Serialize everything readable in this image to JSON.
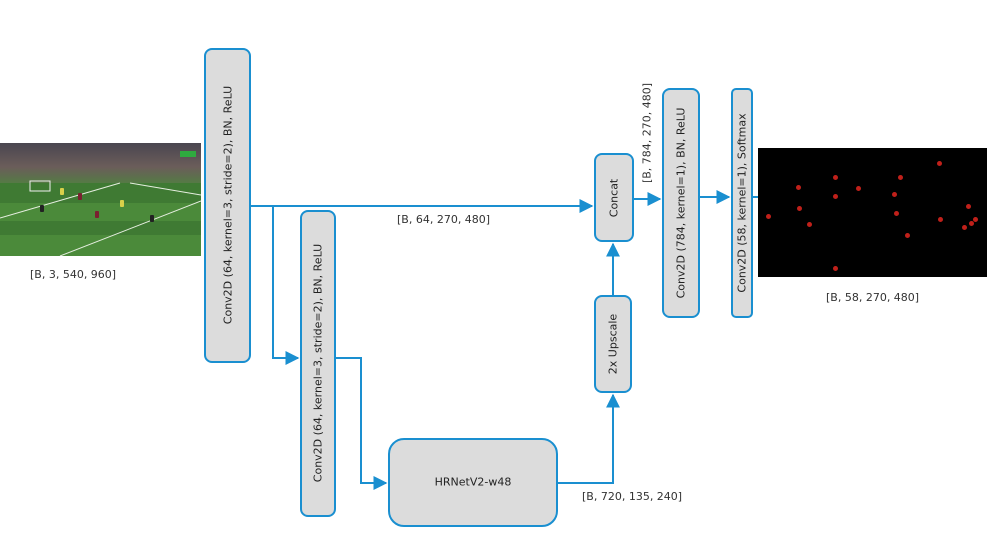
{
  "colors": {
    "accent": "#1a8fd0",
    "box_fill": "#dcdcdc",
    "heatmap_bg": "#000000",
    "keypoint": "#c0201a"
  },
  "input": {
    "shape_label": "[B, 3, 540, 960]"
  },
  "blocks": {
    "conv1": "Conv2D (64, kernel=3, stride=2), BN, ReLU",
    "conv2": "Conv2D (64, kernel=3, stride=2), BN, ReLU",
    "hrnet": "HRNetV2-w48",
    "upscale": "2x Upscale",
    "concat": "Concat",
    "conv3": "Conv2D (784, kernel=1), BN, ReLU",
    "conv4": "Conv2D (58, kernel=1), Softmax"
  },
  "shapes": {
    "skip": "[B, 64, 270, 480]",
    "hrnet_out": "[B, 720, 135, 240]",
    "concat_out": "[B, 784, 270, 480]",
    "output": "[B, 58, 270, 480]"
  }
}
